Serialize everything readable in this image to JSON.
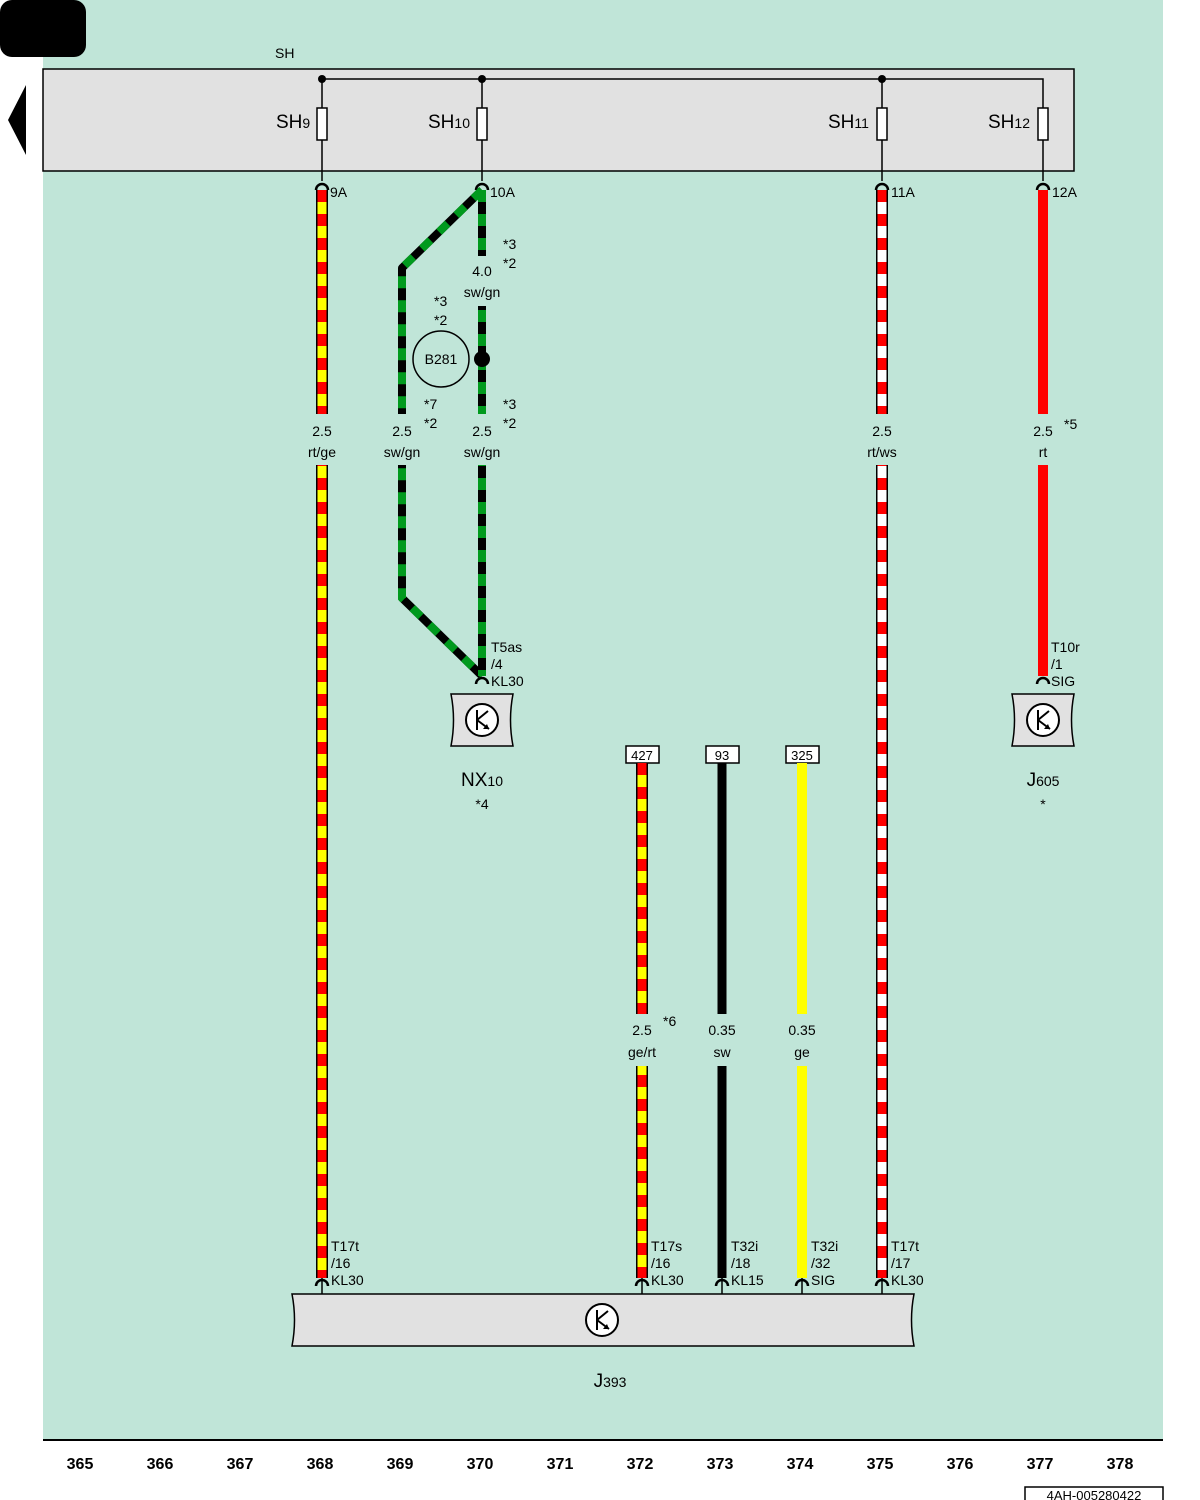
{
  "colors": {
    "background": "#c0e5d8",
    "box_fill": "#e1e1e1",
    "red": "#ff0000",
    "yellow": "#ffff00",
    "green": "#009a1e",
    "black": "#000000",
    "white": "#ffffff"
  },
  "bus": {
    "label": "SH"
  },
  "fuses": [
    {
      "id": "sh9",
      "main": "SH",
      "sub": "9",
      "terminal": "9A"
    },
    {
      "id": "sh10",
      "main": "SH",
      "sub": "10",
      "terminal": "10A"
    },
    {
      "id": "sh11",
      "main": "SH",
      "sub": "11",
      "terminal": "11A"
    },
    {
      "id": "sh12",
      "main": "SH",
      "sub": "12",
      "terminal": "12A"
    }
  ],
  "wires": [
    {
      "id": "w368",
      "size": "2.5",
      "color_code": "rt/ge",
      "pattern": "red-yellow",
      "pin": [
        "T17t",
        "/16",
        "KL30"
      ]
    },
    {
      "id": "w369",
      "size": "2.5",
      "color_code": "sw/gn",
      "pattern": "black-green",
      "notes": [
        "*7",
        "*2"
      ]
    },
    {
      "id": "w370",
      "size": "2.5",
      "color_code": "sw/gn",
      "pattern": "black-green",
      "notes": [
        "*3",
        "*2"
      ],
      "pin": [
        "T5as",
        "/4",
        "KL30"
      ]
    },
    {
      "id": "w370top",
      "size": "4.0",
      "color_code": "sw/gn",
      "pattern": "black-green",
      "notes": [
        "*3",
        "*2"
      ]
    },
    {
      "id": "w372",
      "size": "2.5",
      "color_code": "ge/rt",
      "pattern": "yellow-red",
      "notes": [
        "*6"
      ],
      "ref": "427",
      "pin": [
        "T17s",
        "/16",
        "KL30"
      ]
    },
    {
      "id": "w373",
      "size": "0.35",
      "color_code": "sw",
      "pattern": "black",
      "ref": "93",
      "pin": [
        "T32i",
        "/18",
        "KL15"
      ]
    },
    {
      "id": "w374",
      "size": "0.35",
      "color_code": "ge",
      "pattern": "yellow",
      "ref": "325",
      "pin": [
        "T32i",
        "/32",
        "SIG"
      ]
    },
    {
      "id": "w375",
      "size": "2.5",
      "color_code": "rt/ws",
      "pattern": "red-white",
      "pin": [
        "T17t",
        "/17",
        "KL30"
      ]
    },
    {
      "id": "w377",
      "size": "2.5",
      "color_code": "rt",
      "pattern": "red",
      "notes": [
        "*5"
      ],
      "pin": [
        "T10r",
        "/1",
        "SIG"
      ]
    }
  ],
  "splice": {
    "label": "B281",
    "notes": [
      "*3",
      "*2"
    ]
  },
  "components": {
    "nx10": {
      "main": "NX",
      "sub": "10",
      "note": "*4"
    },
    "j605": {
      "main": "J",
      "sub": "605",
      "note": "*"
    },
    "j393": {
      "main": "J",
      "sub": "393"
    }
  },
  "ruler": [
    "365",
    "366",
    "367",
    "368",
    "369",
    "370",
    "371",
    "372",
    "373",
    "374",
    "375",
    "376",
    "377",
    "378"
  ],
  "doc_id": "4AH-005280422"
}
